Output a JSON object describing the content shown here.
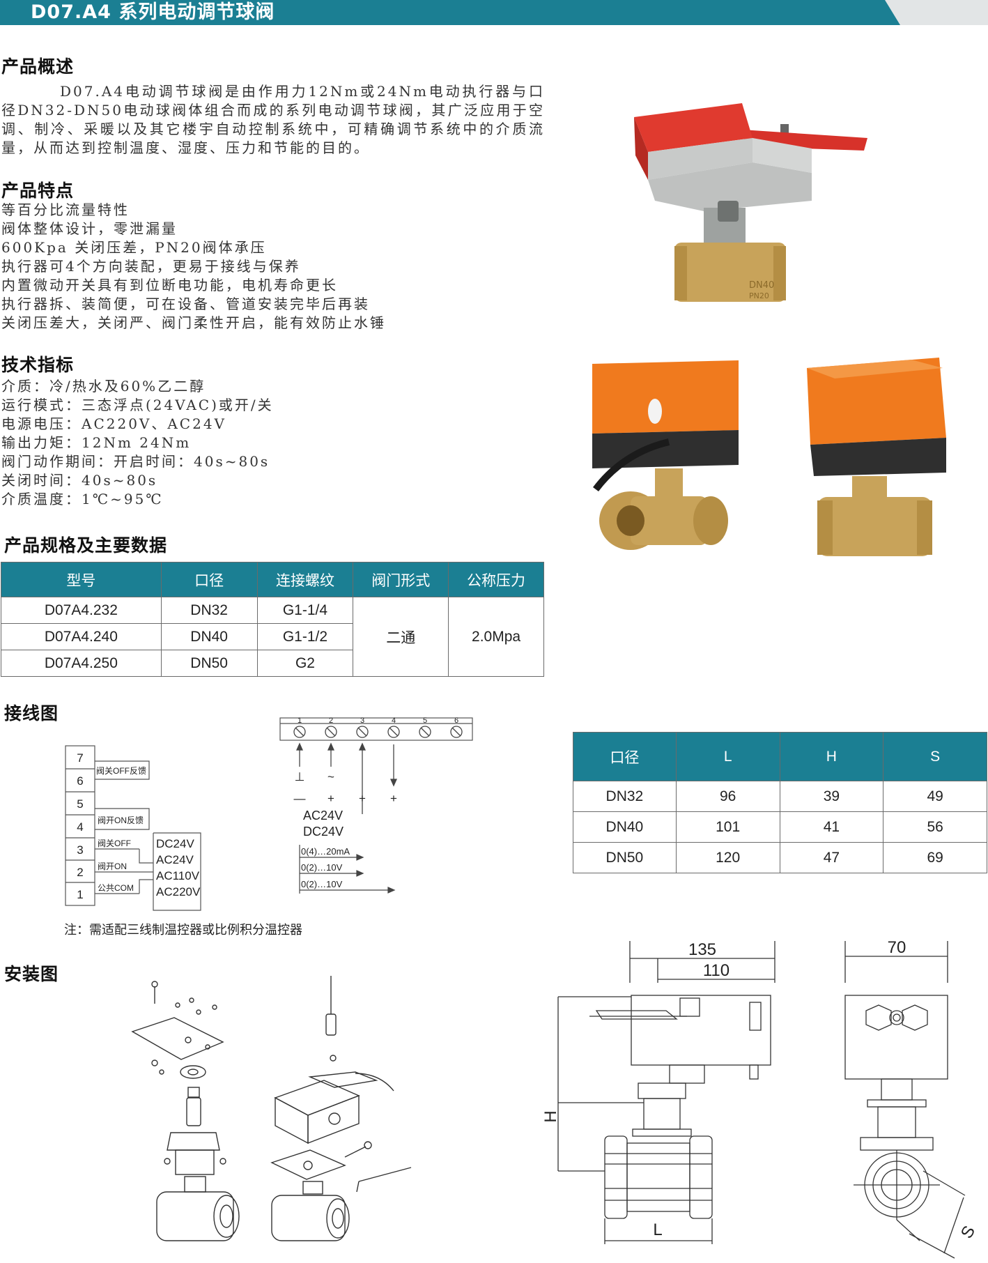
{
  "header": {
    "title": "D07.A4 系列电动调节球阀"
  },
  "overview": {
    "title": "产品概述",
    "text": "D07.A4电动调节球阀是由作用力12Nm或24Nm电动执行器与口径DN32-DN50电动球阀体组合而成的系列电动调节球阀，其广泛应用于空调、制冷、采暖以及其它楼宇自动控制系统中，可精确调节系统中的介质流量，从而达到控制温度、湿度、压力和节能的目的。"
  },
  "features": {
    "title": "产品特点",
    "items": [
      "等百分比流量特性",
      "阀体整体设计，零泄漏量",
      "600Kpa 关闭压差，PN20阀体承压",
      "执行器可4个方向装配，更易于接线与保养",
      "内置微动开关具有到位断电功能，电机寿命更长",
      "执行器拆、装简便，可在设备、管道安装完毕后再装",
      "关闭压差大，关闭严、阀门柔性开启，能有效防止水锤"
    ]
  },
  "specs": {
    "title": "技术指标",
    "items": [
      "介质：冷/热水及60%乙二醇",
      "运行模式：三态浮点(24VAC)或开/关",
      "电源电压：AC220V、AC24V",
      "输出力矩：12Nm  24Nm",
      "阀门动作期间：开启时间：40s~80s",
      "关闭时间：40s~80s",
      "介质温度：1℃~95℃"
    ]
  },
  "model_table": {
    "title": "产品规格及主要数据",
    "headers": [
      "型号",
      "口径",
      "连接螺纹",
      "阀门形式",
      "公称压力"
    ],
    "rows": [
      [
        "D07A4.232",
        "DN32",
        "G1-1/4"
      ],
      [
        "D07A4.240",
        "DN40",
        "G1-1/2"
      ],
      [
        "D07A4.250",
        "DN50",
        "G2"
      ]
    ],
    "valve_form": "二通",
    "pressure": "2.0Mpa"
  },
  "wiring": {
    "title": "接线图",
    "left_terminals": [
      "7",
      "6",
      "5",
      "4",
      "3",
      "2",
      "1"
    ],
    "left_labels": [
      "阀关OFF反馈",
      "阀开ON反馈",
      "阀关OFF",
      "阀开ON",
      "公共COM"
    ],
    "voltages": [
      "DC24V",
      "AC24V",
      "AC110V",
      "AC220V"
    ],
    "top_terminals": [
      "1",
      "2",
      "3",
      "4",
      "5",
      "6"
    ],
    "symbols": [
      "⊥",
      "~"
    ],
    "signs": [
      "—",
      "+",
      "+",
      "+"
    ],
    "supply": [
      "AC24V",
      "DC24V"
    ],
    "signals": [
      "0(4)…20mA",
      "0(2)…10V",
      "0(2)…10V"
    ],
    "note": "注：需适配三线制温控器或比例积分温控器"
  },
  "dim_table": {
    "headers": [
      "口径",
      "L",
      "H",
      "S"
    ],
    "rows": [
      [
        "DN32",
        "96",
        "39",
        "49"
      ],
      [
        "DN40",
        "101",
        "41",
        "56"
      ],
      [
        "DN50",
        "120",
        "47",
        "69"
      ]
    ]
  },
  "install": {
    "title": "安装图"
  },
  "dims": {
    "d135": "135",
    "d110": "110",
    "d70": "70",
    "H": "H",
    "L": "L",
    "S": "S"
  },
  "valve_marks": {
    "dn": "DN40",
    "pn": "PN20"
  },
  "colors": {
    "header": "#1b7f93",
    "table_header": "#1b7f93",
    "actuator_red": "#e03a2f",
    "actuator_orange": "#f07a1e",
    "brass": "#c8a35a"
  }
}
